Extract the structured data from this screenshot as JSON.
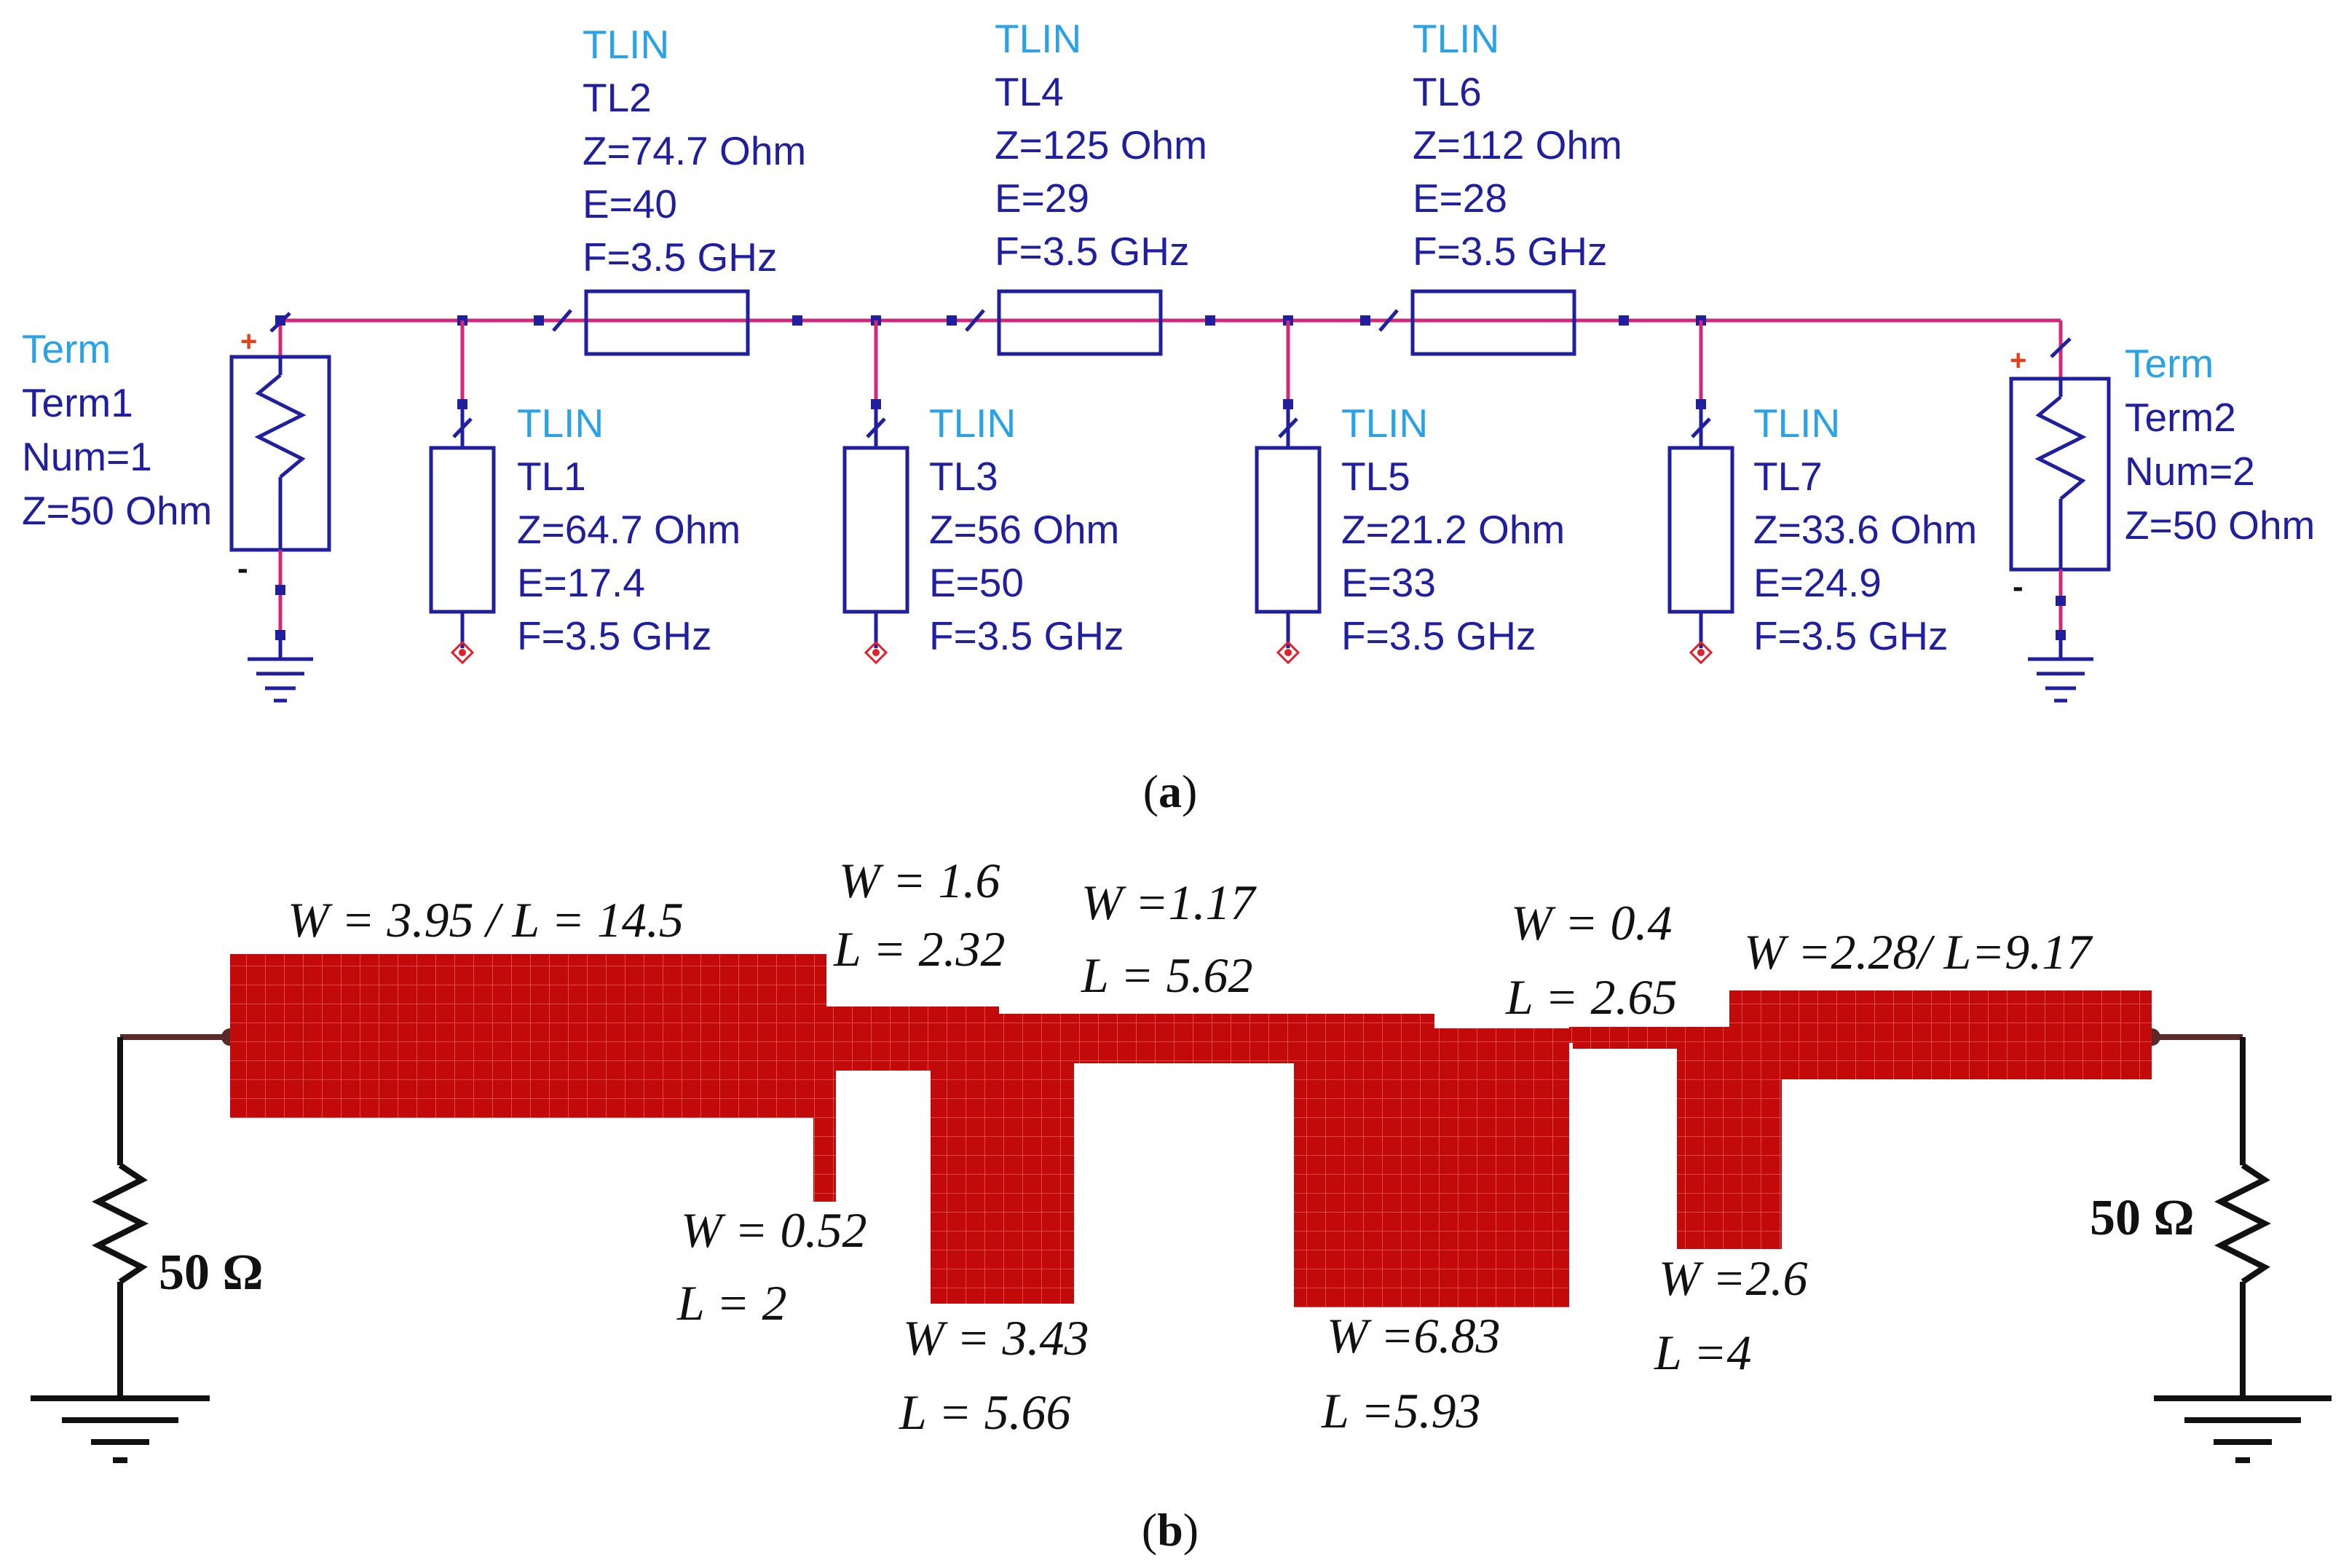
{
  "schematic": {
    "term1": {
      "type": "Term",
      "name": "Term1",
      "num": "Num=1",
      "z": "Z=50 Ohm"
    },
    "term2": {
      "type": "Term",
      "name": "Term2",
      "num": "Num=2",
      "z": "Z=50 Ohm"
    },
    "series_lines": [
      {
        "type": "TLIN",
        "name": "TL2",
        "z": "Z=74.7 Ohm",
        "e": "E=40",
        "f": "F=3.5 GHz"
      },
      {
        "type": "TLIN",
        "name": "TL4",
        "z": "Z=125 Ohm",
        "e": "E=29",
        "f": "F=3.5 GHz"
      },
      {
        "type": "TLIN",
        "name": "TL6",
        "z": "Z=112 Ohm",
        "e": "E=28",
        "f": "F=3.5 GHz"
      }
    ],
    "stub_lines": [
      {
        "type": "TLIN",
        "name": "TL1",
        "z": "Z=64.7 Ohm",
        "e": "E=17.4",
        "f": "F=3.5 GHz"
      },
      {
        "type": "TLIN",
        "name": "TL3",
        "z": "Z=56 Ohm",
        "e": "E=50",
        "f": "F=3.5 GHz"
      },
      {
        "type": "TLIN",
        "name": "TL5",
        "z": "Z=21.2 Ohm",
        "e": "E=33",
        "f": "F=3.5 GHz"
      },
      {
        "type": "TLIN",
        "name": "TL7",
        "z": "Z=33.6 Ohm",
        "e": "E=24.9",
        "f": "F=3.5 GHz"
      }
    ],
    "plus_sign": "+",
    "minus_sign": "-",
    "caption_open": "(",
    "caption_letter": "a",
    "caption_close": ")"
  },
  "layout": {
    "dims": {
      "main_line": "W = 3.95 / L = 14.5",
      "line2_w": "W = 1.6",
      "line2_l": "L = 2.32",
      "line4_w": "W =1.17",
      "line4_l": "L = 5.62",
      "line6_w": "W = 0.4",
      "line6_l": "L = 2.65",
      "line_right": "W =2.28/ L=9.17",
      "stub1_w": "W = 0.52",
      "stub1_l": "L = 2",
      "stub3_w": "W = 3.43",
      "stub3_l": "L = 5.66",
      "stub5_w": "W =6.83",
      "stub5_l": "L =5.93",
      "stub7_w": "W =2.6",
      "stub7_l": "L =4"
    },
    "left_resistor": "50 Ω",
    "right_resistor": "50 Ω",
    "copper_color": "#c20a0a",
    "caption_open": "(",
    "caption_letter": "b",
    "caption_close": ")"
  }
}
